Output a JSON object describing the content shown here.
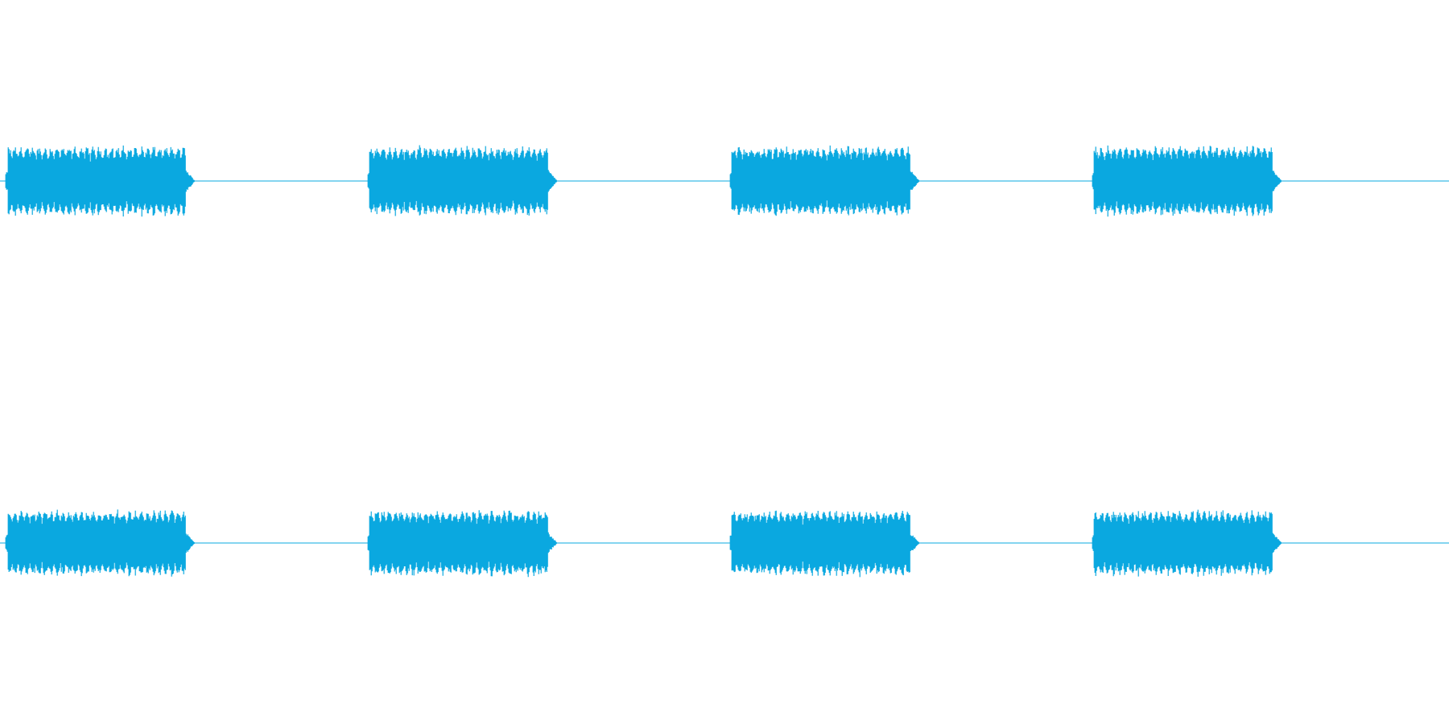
{
  "waveform": {
    "color": "#0aa8e0",
    "background": "#ffffff",
    "channels": [
      {
        "name": "top-channel",
        "bursts": [
          {
            "start": 0.004,
            "end": 0.128,
            "level": 0.9
          },
          {
            "start": 0.254,
            "end": 0.378,
            "level": 0.9
          },
          {
            "start": 0.504,
            "end": 0.628,
            "level": 0.9
          },
          {
            "start": 0.754,
            "end": 0.878,
            "level": 0.9
          }
        ]
      },
      {
        "name": "bottom-channel",
        "bursts": [
          {
            "start": 0.004,
            "end": 0.128,
            "level": 0.85
          },
          {
            "start": 0.254,
            "end": 0.378,
            "level": 0.85
          },
          {
            "start": 0.504,
            "end": 0.628,
            "level": 0.85
          },
          {
            "start": 0.754,
            "end": 0.878,
            "level": 0.85
          }
        ]
      }
    ]
  }
}
